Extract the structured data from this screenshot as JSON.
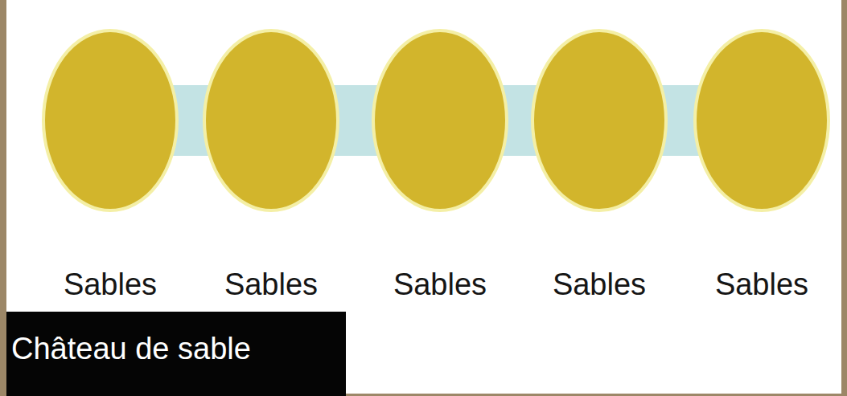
{
  "diagram": {
    "caption": "Château de sable",
    "nodes": [
      {
        "text": [
          "Sables"
        ]
      },
      {
        "text": [
          "Sables"
        ]
      },
      {
        "text": [
          "Sables"
        ]
      },
      {
        "text": [
          "Sables"
        ]
      },
      {
        "text": [
          "Sables"
        ]
      }
    ],
    "edges": [
      {
        "from": 0,
        "to": 1,
        "arrow": "none"
      },
      {
        "from": 1,
        "to": 2,
        "arrow": "none"
      },
      {
        "from": 2,
        "to": 3,
        "arrow": "none"
      },
      {
        "from": 3,
        "to": 4,
        "arrow": "none"
      }
    ]
  }
}
